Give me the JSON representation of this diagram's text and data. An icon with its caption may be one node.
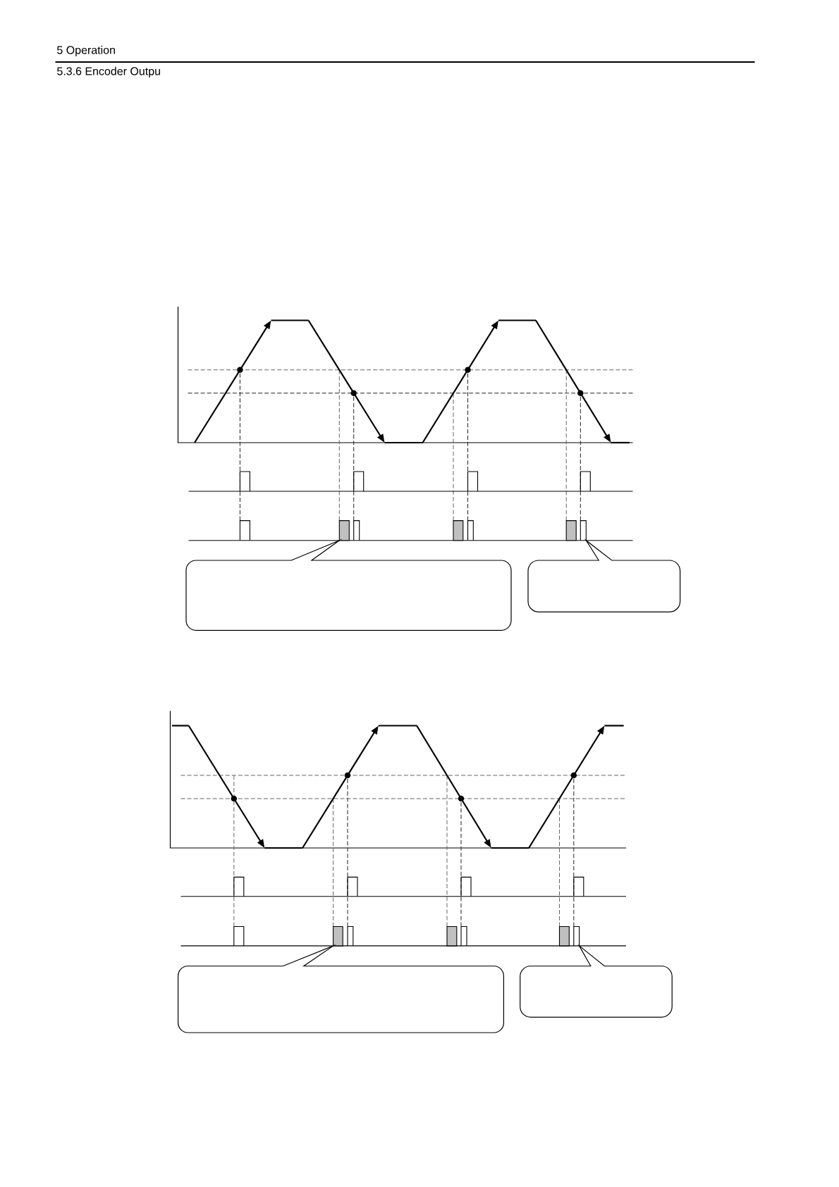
{
  "diagram": {
    "nodes": [
      {
        "text": [],
        "shape": "callout"
      },
      {
        "text": [],
        "shape": "callout"
      },
      {
        "text": [],
        "shape": "callout"
      },
      {
        "text": [],
        "shape": "callout"
      }
    ],
    "labels": [
      "5 Operation",
      "5.3.6 Encoder Outpu"
    ]
  }
}
